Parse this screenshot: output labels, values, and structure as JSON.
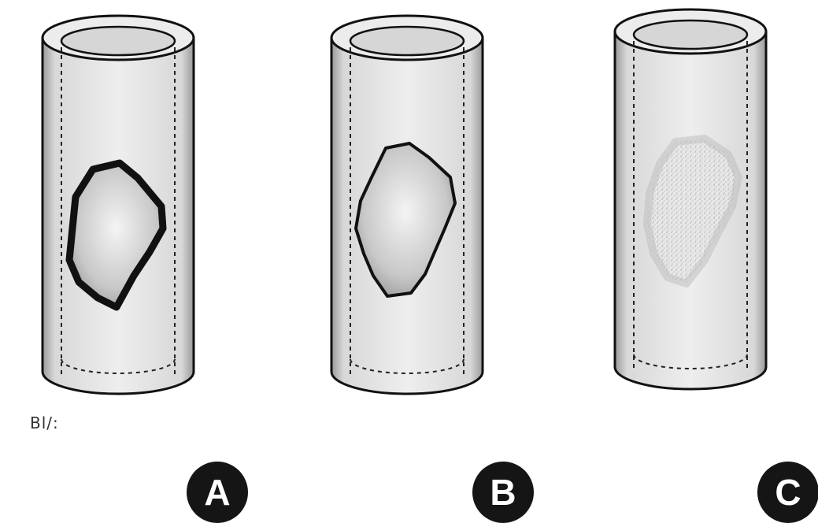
{
  "corner_text": "Bl/:",
  "panels": [
    {
      "label": "A",
      "lesion": "outlined-dark-border"
    },
    {
      "label": "B",
      "lesion": "thin-border"
    },
    {
      "label": "C",
      "lesion": "faint-diffuse"
    }
  ],
  "colors": {
    "tube_fill": "#e6e6e6",
    "tube_wall": "#9a9a9a",
    "outline": "#111111",
    "lesion_core": "#c8c8c8",
    "badge_bg": "#151515",
    "badge_text": "#ffffff"
  }
}
